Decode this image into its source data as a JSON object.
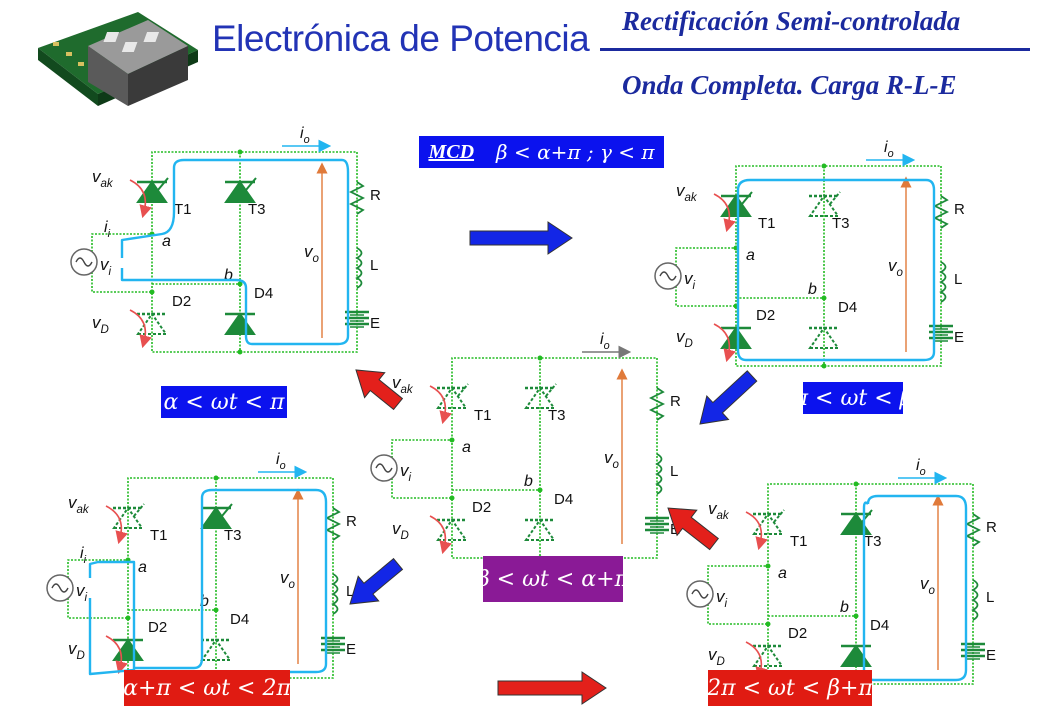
{
  "header": {
    "course": "Electrónica de Potencia",
    "title_line1": "Rectificación Semi-controlada",
    "title_line2": "Onda Completa. Carga R-L-E"
  },
  "mcd_box": {
    "tag": "MCD",
    "condition": "β < α+π ;  γ < π"
  },
  "intervals": {
    "i1": "α <  ωt < π",
    "i2": "π < ωt < β",
    "i3": "β < ωt < α+π",
    "i4": "α+π < ωt < 2π",
    "i5": "2π < ωt < β+π"
  },
  "labels": {
    "vak": "v",
    "vak_sub": "ak",
    "vd": "v",
    "vd_sub": "D",
    "vi": "v",
    "vi_sub": "i",
    "ii": "i",
    "ii_sub": "i",
    "io": "i",
    "io_sub": "o",
    "vo": "v",
    "vo_sub": "o",
    "t1": "T1",
    "t3": "T3",
    "d2": "D2",
    "d4": "D4",
    "a": "a",
    "b": "b",
    "r": "R",
    "l": "L",
    "e": "E"
  },
  "colors": {
    "wire": "#22bb22",
    "path": "#22b5f0",
    "device": "#1d8a3a",
    "arrow_blue": "#1326e6",
    "arrow_red": "#e3201b",
    "text_blue": "#1b2a9e",
    "vo_arrow": "#e07a3a",
    "bend_arrow": "#e85050"
  },
  "icons": {
    "module": "igbt-module-icon",
    "source": "ac-source-icon"
  }
}
